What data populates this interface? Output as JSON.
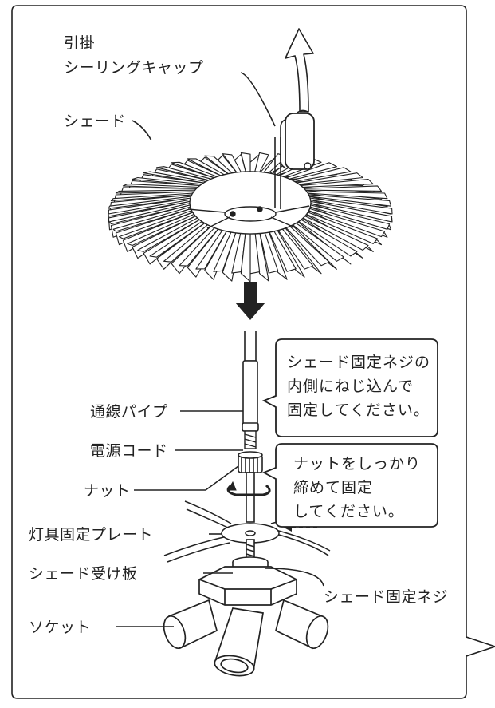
{
  "labels": {
    "hook": "引掛",
    "ceiling_cap": "シーリングキャップ",
    "shade": "シェード",
    "wiring_pipe": "通線パイプ",
    "power_cord": "電源コード",
    "nut": "ナット",
    "fixture_plate": "灯具固定プレート",
    "shade_receiving_plate": "シェード受け板",
    "shade_fixing_screw": "シェード固定ネジ",
    "socket": "ソケット"
  },
  "callout_top": {
    "lines": [
      "シェード固定ネジの",
      "内側にねじ込んで",
      "固定してください。"
    ]
  },
  "callout_nut": {
    "lines": [
      "ナットをしっかり",
      "締めて固定",
      "してください。"
    ]
  }
}
